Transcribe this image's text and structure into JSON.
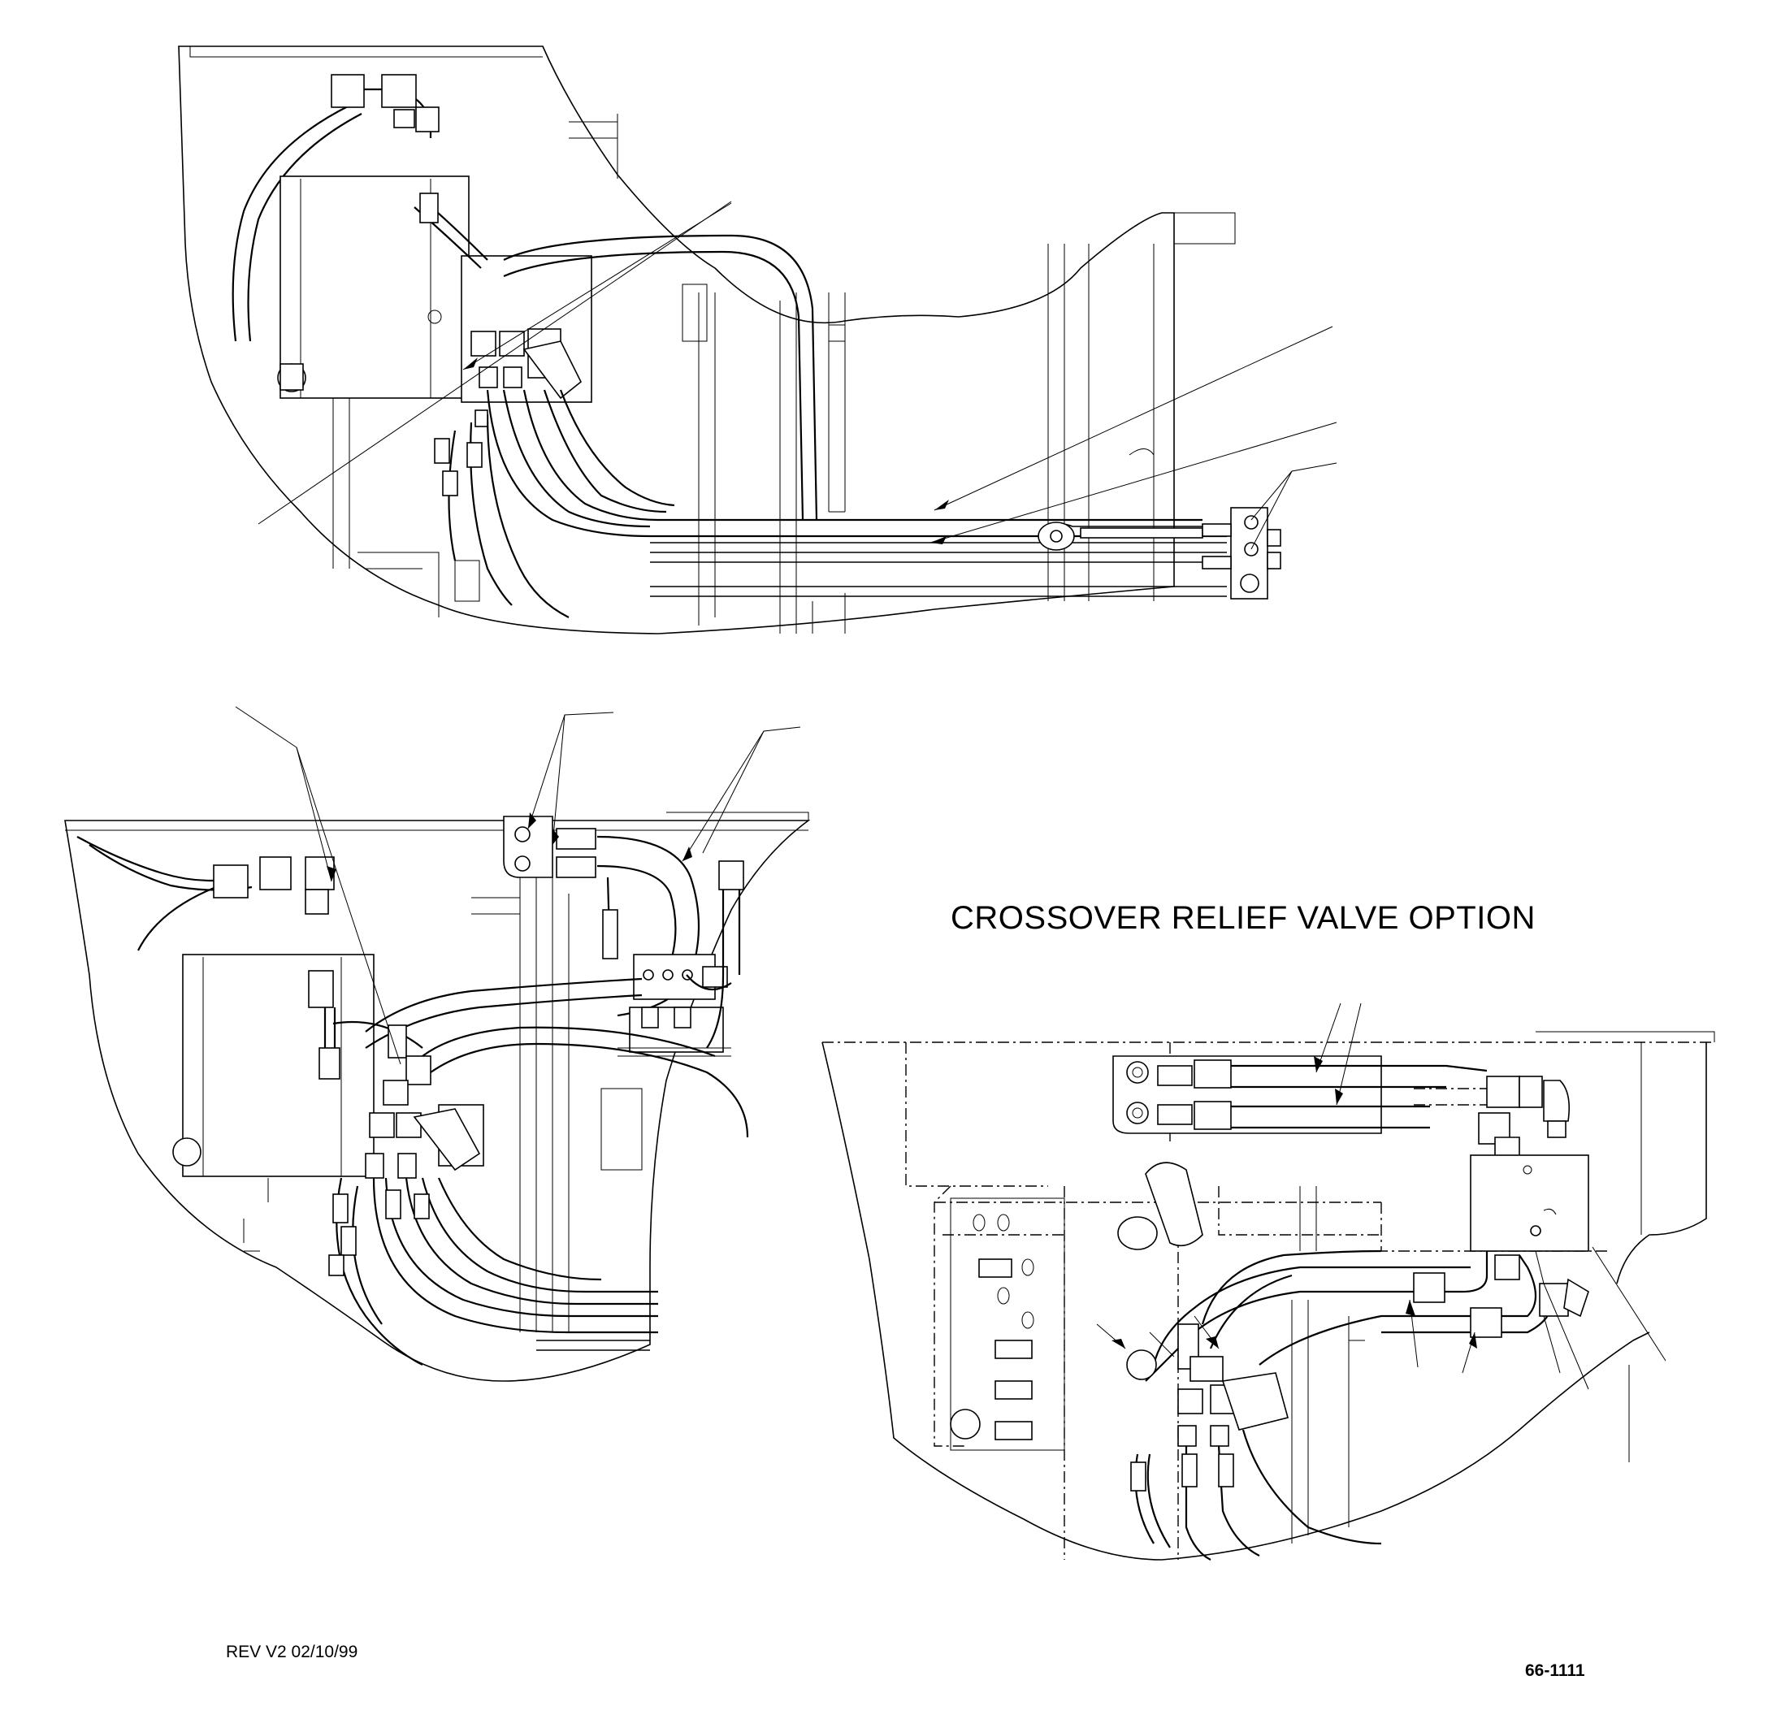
{
  "views": {
    "option_title": "CROSSOVER RELIEF VALVE OPTION"
  },
  "title_block": {
    "revision": "REV V2 02/10/99",
    "drawing_number": "66-1111"
  }
}
